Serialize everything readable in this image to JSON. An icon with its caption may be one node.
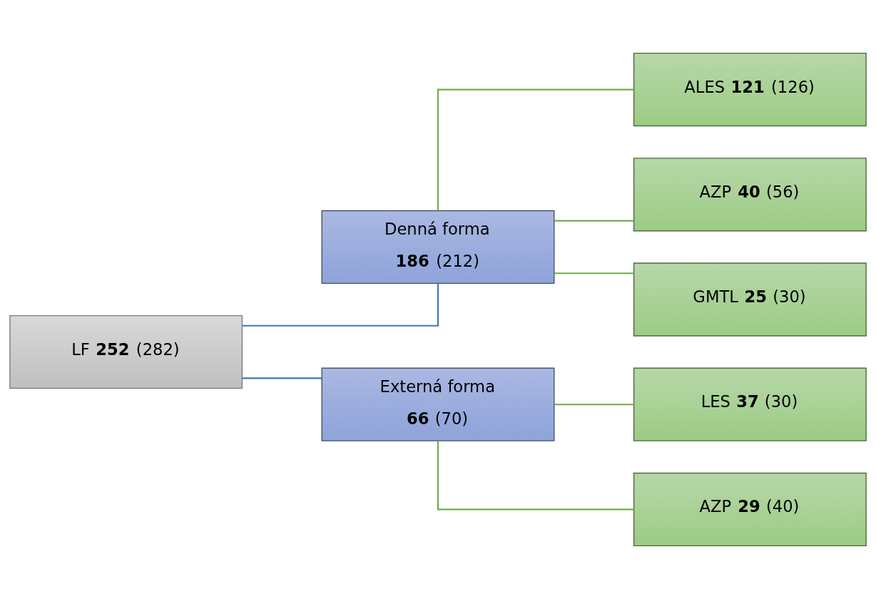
{
  "diagram": {
    "nodes": [
      {
        "text": [
          "LF **252** (282)"
        ]
      },
      {
        "text": [
          "Denná forma",
          "**186** (212)"
        ]
      },
      {
        "text": [
          "ALES **121** (126)"
        ]
      },
      {
        "text": [
          "AZP **40** (56)"
        ]
      },
      {
        "text": [
          "GMTL **25** (30)"
        ]
      },
      {
        "text": [
          "Externá forma",
          "**66** (70)"
        ]
      },
      {
        "text": [
          "LES **37** (30)"
        ]
      },
      {
        "text": [
          "AZP **29** (40)"
        ]
      }
    ],
    "edges": [
      {
        "from": 0,
        "to": 1,
        "arrow": "none",
        "color": "#4472c4"
      },
      {
        "from": 0,
        "to": 5,
        "arrow": "none",
        "color": "#4472c4"
      },
      {
        "from": 1,
        "to": 2,
        "arrow": "none"
      },
      {
        "from": 1,
        "to": 3,
        "arrow": "none"
      },
      {
        "from": 1,
        "to": 4,
        "arrow": "none"
      },
      {
        "from": 5,
        "to": 6,
        "arrow": "none"
      },
      {
        "from": 5,
        "to": 7,
        "arrow": "none"
      }
    ]
  }
}
